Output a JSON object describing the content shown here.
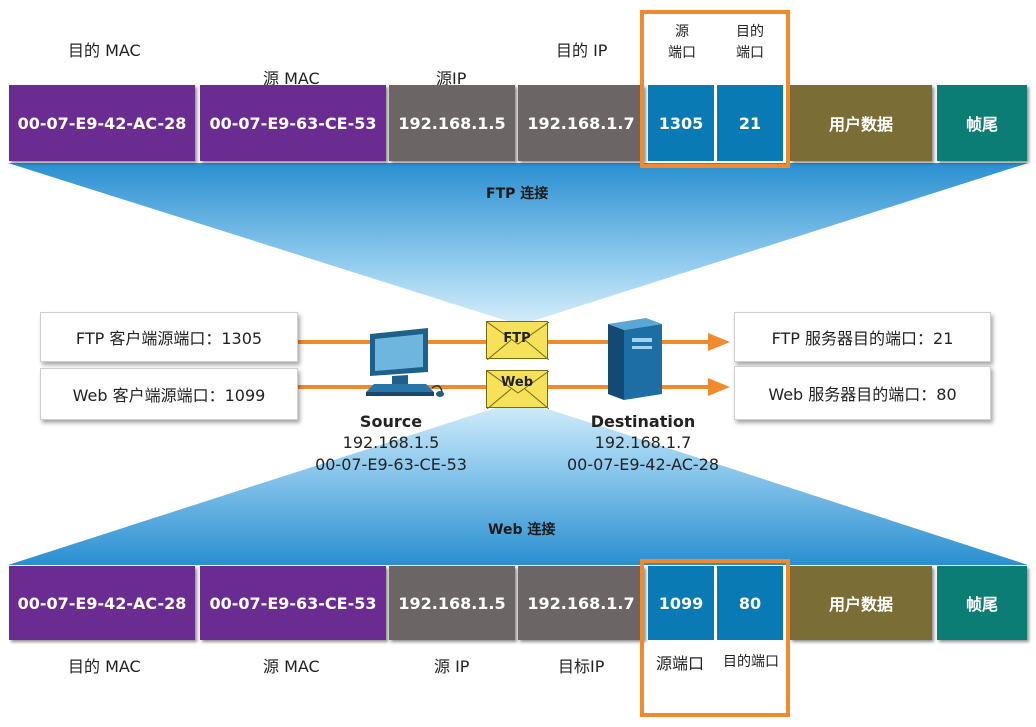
{
  "frames": {
    "ftp": {
      "cells": [
        "00-07-E9-42-AC-28",
        "00-07-E9-63-CE-53",
        "192.168.1.5",
        "192.168.1.7",
        "1305",
        "21",
        "用户数据",
        "帧尾"
      ],
      "labels": {
        "dst_mac": "目的 MAC",
        "src_mac": "源 MAC",
        "src_ip": "源IP",
        "dst_ip": "目的 IP",
        "src_port": "源\n端口",
        "dst_port": "目的\n端口"
      }
    },
    "web": {
      "cells": [
        "00-07-E9-42-AC-28",
        "00-07-E9-63-CE-53",
        "192.168.1.5",
        "192.168.1.7",
        "1099",
        "80",
        "用户数据",
        "帧尾"
      ],
      "labels": {
        "dst_mac": "目的 MAC",
        "src_mac": "源 MAC",
        "src_ip": "源 IP",
        "dst_ip": "目标IP",
        "src_port": "源端口",
        "dst_port": "目的端口"
      }
    }
  },
  "connections": {
    "ftp_label": "FTP 连接",
    "web_label": "Web 连接"
  },
  "info": {
    "ftp_client": "FTP 客户端源端口：1305",
    "web_client": "Web 客户端源端口：1099",
    "ftp_server": "FTP 服务器目的端口：21",
    "web_server": "Web 服务器目的端口：80"
  },
  "envelopes": {
    "ftp": "FTP",
    "web": "Web"
  },
  "source": {
    "name": "Source",
    "ip": "192.168.1.5",
    "mac": "00-07-E9-63-CE-53"
  },
  "destination": {
    "name": "Destination",
    "ip": "192.168.1.7",
    "mac": "00-07-E9-42-AC-28"
  },
  "colors": {
    "mac": "#6a2c91",
    "ip": "#6b6566",
    "port": "#0a7ab4",
    "data": "#7a6d36",
    "trailer": "#0b7d74",
    "highlight": "#f08a2c",
    "arrow": "#f08a2c",
    "fan": "#5bb8e8"
  }
}
